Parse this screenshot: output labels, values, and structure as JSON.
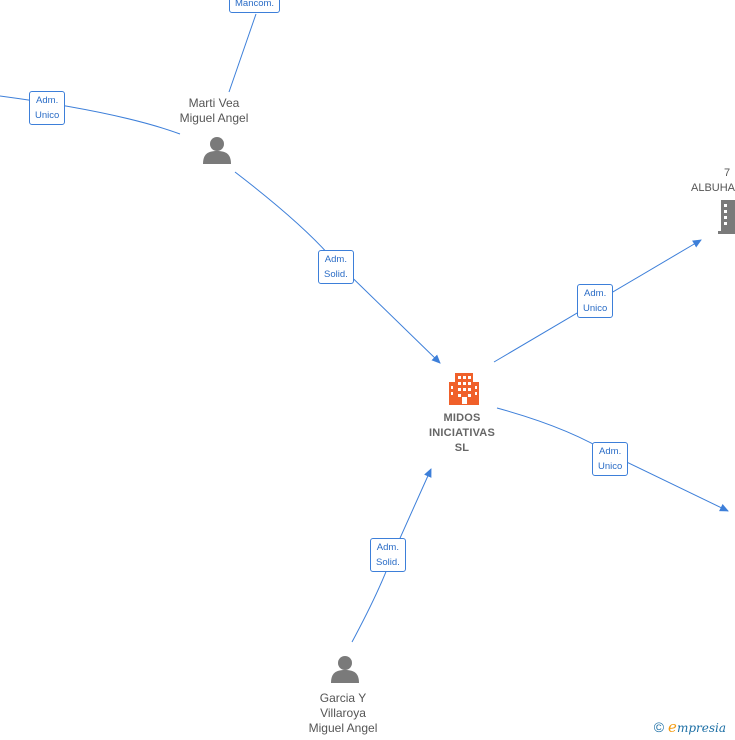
{
  "nodes": {
    "marti": {
      "line1": "Marti Vea",
      "line2": "Miguel Angel"
    },
    "midos": {
      "line1": "MIDOS",
      "line2": "INICIATIVAS",
      "line3": "SL"
    },
    "garcia": {
      "line1": "Garcia Y",
      "line2": "Villaroya",
      "line3": "Miguel Angel"
    },
    "albuha": {
      "line1": "7",
      "line2": "ALBUHA"
    }
  },
  "edges": {
    "mancom": {
      "line1": "Mancom."
    },
    "adm_unico_left": {
      "line1": "Adm.",
      "line2": "Unico"
    },
    "adm_solid_top": {
      "line1": "Adm.",
      "line2": "Solid."
    },
    "adm_unico_upper_right": {
      "line1": "Adm.",
      "line2": "Unico"
    },
    "adm_unico_lower_right": {
      "line1": "Adm.",
      "line2": "Unico"
    },
    "adm_solid_bottom": {
      "line1": "Adm.",
      "line2": "Solid."
    }
  },
  "watermark": {
    "symbol": "©",
    "brand_initial": "e",
    "brand_rest": "mpresia"
  },
  "colors": {
    "edge": "#3d7fd9",
    "person_icon": "#7a7a7a",
    "company_focus": "#f0602a",
    "company_other": "#7a7a7a"
  },
  "icons": {
    "person": "person-icon",
    "company": "building-icon"
  }
}
